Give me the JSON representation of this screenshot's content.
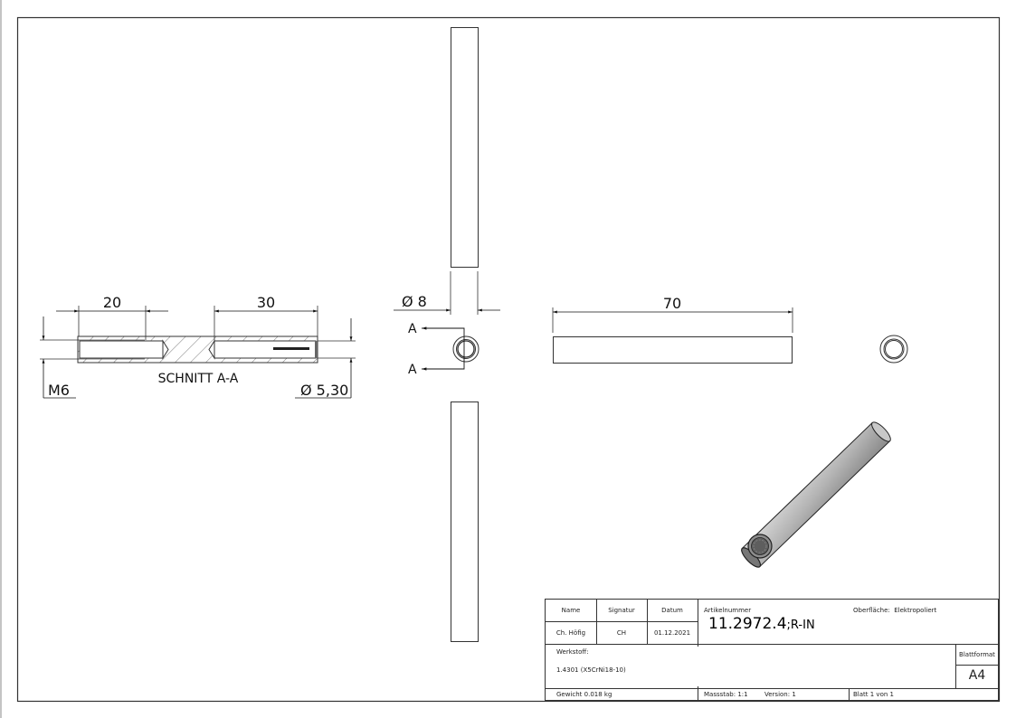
{
  "drawing": {
    "section_view": {
      "title": "SCHNITT A-A",
      "dims": {
        "thread_depth": "20",
        "bore_depth": "30",
        "thread": "M6",
        "bore_dia": "Ø 5,30"
      }
    },
    "front_view": {
      "diameter": "Ø 8",
      "section_label_top": "A",
      "section_label_bottom": "A"
    },
    "side_view": {
      "length": "70"
    }
  },
  "title_block": {
    "headers": {
      "name": "Name",
      "signature": "Signatur",
      "date": "Datum",
      "article": "Artikelnummer",
      "surface_label": "Oberfläche:",
      "sheet_format": "Blattformat"
    },
    "values": {
      "name": "Ch. Höfig",
      "signature": "CH",
      "date": "01.12.2021",
      "article_number": "11.2972.4",
      "article_suffix": ";R-IN",
      "surface": "Elektropoliert",
      "material_label": "Werkstoff:",
      "material": "1.4301 (X5CrNi18-10)",
      "format": "A4",
      "weight": "Gewicht 0.018 kg",
      "scale": "Massstab: 1:1",
      "version": "Version: 1",
      "sheet": "Blatt 1 von 1"
    }
  }
}
